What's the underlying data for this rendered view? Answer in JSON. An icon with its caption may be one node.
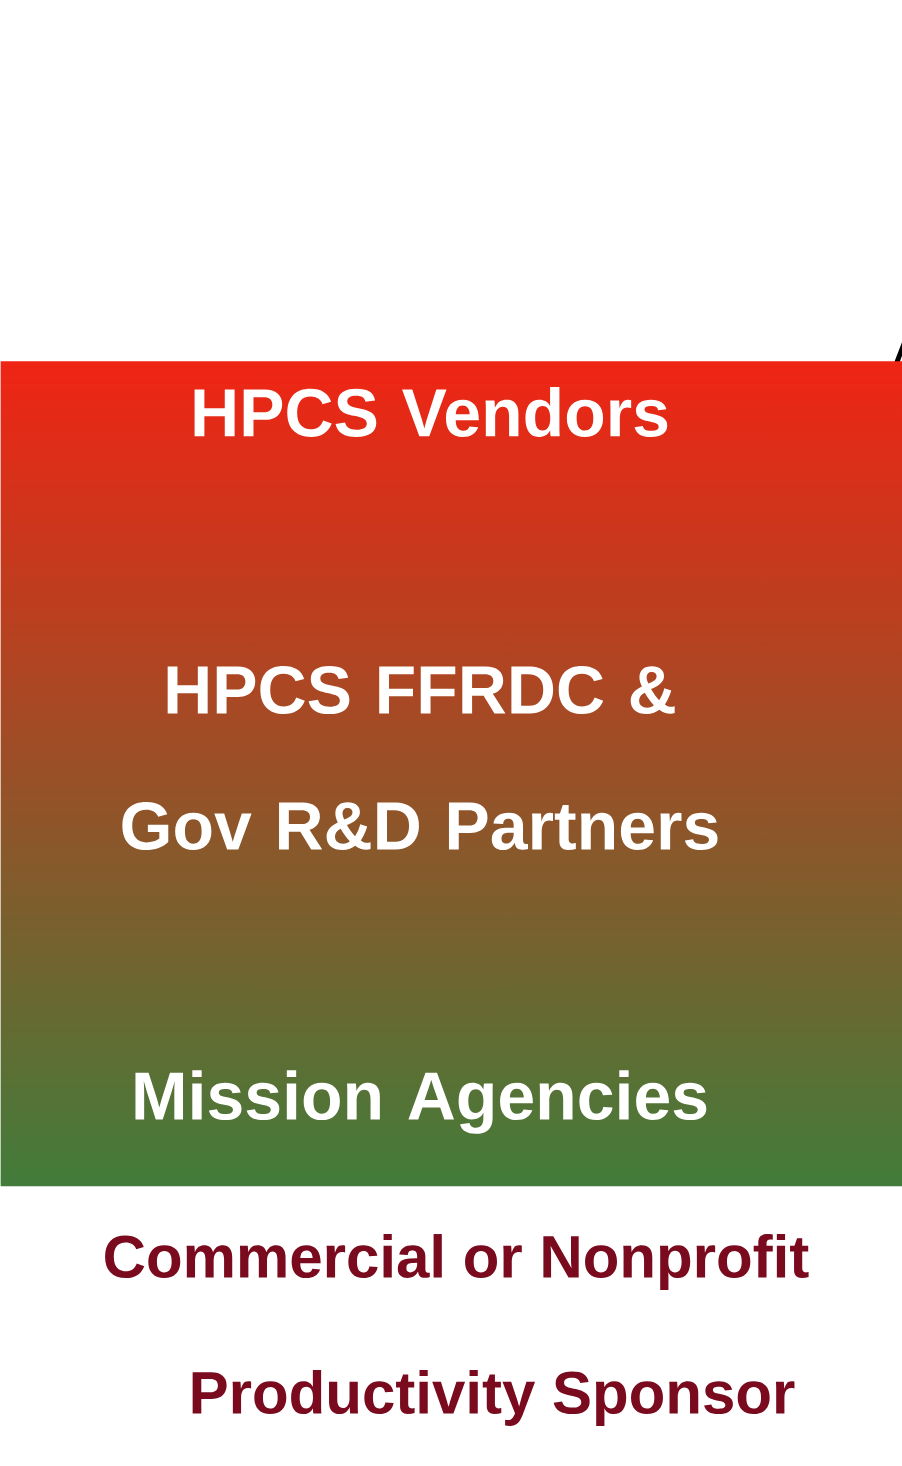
{
  "diagram": {
    "nodes": [
      {
        "text": [
          "HPCS Vendors",
          "HPCS FFRDC & Gov R&D Partners",
          "Mission Agencies"
        ]
      }
    ],
    "labels": [
      "Commercial or Nonprofit",
      "Productivity Sponsor"
    ]
  }
}
